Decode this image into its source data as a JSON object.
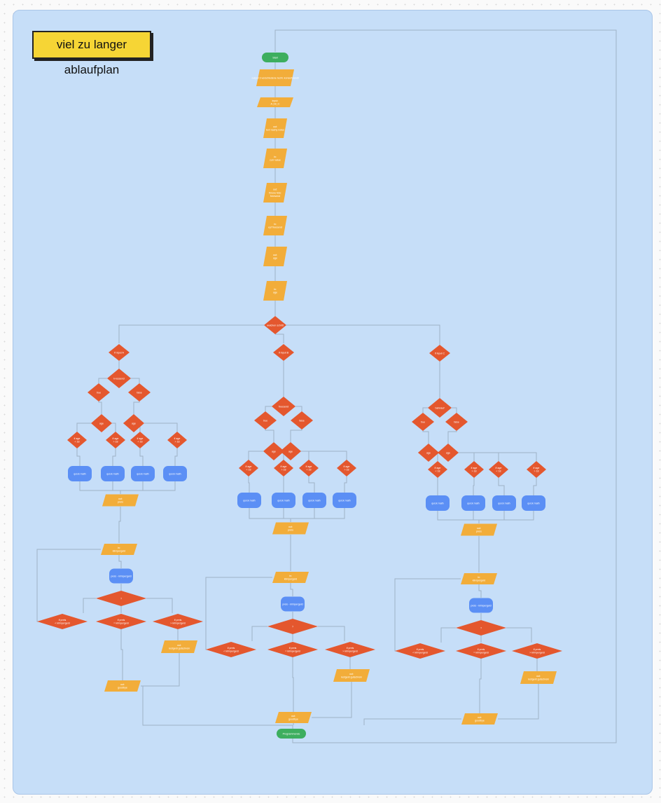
{
  "board": {
    "title": "viel zu langer ablaufplan",
    "colors": {
      "background": "#c6def8",
      "terminal": "#3dae5f",
      "io": "#f2ad3a",
      "decision": "#e4572e",
      "process": "#5b8ff5",
      "connector": "#9fb2c6",
      "sticky": "#f6d535"
    }
  },
  "flow": {
    "start": "Start",
    "end": "Programmende",
    "intro": [
      "output 3 verschiedene techt. konsultwandl",
      "input: A | B | C",
      "out: text nachy notes",
      "in: curr value",
      "out: throne fete: freesend",
      "in: eyf freesend",
      "out: age",
      "in: age"
    ],
    "branch_question": "welchen schritt",
    "col_a": {
      "condition": "if input A",
      "split": "k-lossend",
      "yes": "true",
      "no": "false",
      "age_a": "age",
      "age_b": "age",
      "age_checks": [
        "if age < 18",
        "if age > 18",
        "if age < 18",
        "if age > 18"
      ],
      "processes": [
        "quick math",
        "quick math",
        "quick math",
        "quick math"
      ],
      "out_price": "out: preis",
      "in_money": "in: klimpergeld",
      "compute": "preis - klimpergeld",
      "compare": "?",
      "less": "if preis > klimpergeld",
      "equal": "if preis = klimpergeld",
      "greater": "if preis < klimpergeld",
      "out_change": "out: restgeld gutschrein",
      "goodbye": "out: goodbye"
    },
    "col_b": {
      "condition": "if input B",
      "split_cond": "if input B",
      "split": "freesend",
      "yes": "true",
      "no": "false",
      "age_a": "age",
      "age_b": "age",
      "age_checks": [
        "if age < 18",
        "if age > 18",
        "if age < 18",
        "if age > 18"
      ],
      "processes": [
        "quick math",
        "quick math",
        "quick math",
        "quick math"
      ],
      "out_price": "out: preis",
      "in_money": "in: klimpergeld",
      "compute": "preis - klimpergeld",
      "compare": "?",
      "less": "if preis > klimpergeld",
      "equal": "if preis = klimpergeld",
      "greater": "if preis < klimpergeld",
      "out_change": "out: restgeld gutschrein",
      "goodbye": "out: goodbye"
    },
    "col_c": {
      "condition": "if input C",
      "split_cond": "if input A",
      "split": "bahnauf",
      "yes": "true",
      "no": "false",
      "age_a": "age",
      "age_b": "age",
      "age_checks": [
        "if age < 18",
        "if age > 18",
        "if age < 18",
        "if age > 18"
      ],
      "processes": [
        "quick math",
        "quick math",
        "quick math",
        "quick math"
      ],
      "out_price": "out: preis",
      "in_money": "in: klimpergeld",
      "compute": "preis - klimpergeld",
      "compare": "?",
      "less": "if preis > klimpergeld",
      "equal": "if preis = klimpergeld",
      "greater": "if preis < klimpergeld",
      "out_change": "out: restgeld gutschrein",
      "goodbye": "out: goodbye"
    }
  }
}
